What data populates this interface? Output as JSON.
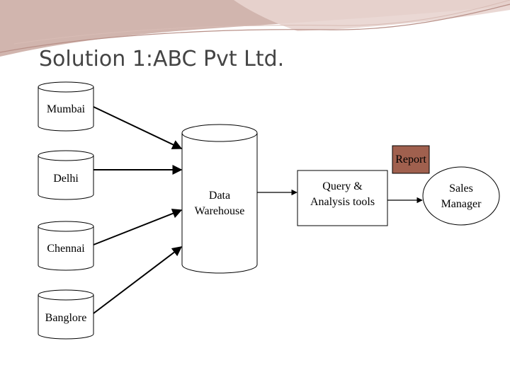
{
  "slide": {
    "title": "Solution 1:ABC Pvt Ltd."
  },
  "sources": [
    {
      "label": "Mumbai"
    },
    {
      "label": "Delhi"
    },
    {
      "label": "Chennai"
    },
    {
      "label": "Banglore"
    }
  ],
  "warehouse": {
    "line1": "Data",
    "line2": "Warehouse"
  },
  "query_tool": {
    "line1": "Query &",
    "line2": "Analysis tools"
  },
  "report": {
    "label": "Report"
  },
  "manager": {
    "line1": "Sales",
    "line2": "Manager"
  },
  "colors": {
    "banner": "#c9a8a0",
    "report_fill": "#a0604e",
    "title_text": "#444444"
  }
}
